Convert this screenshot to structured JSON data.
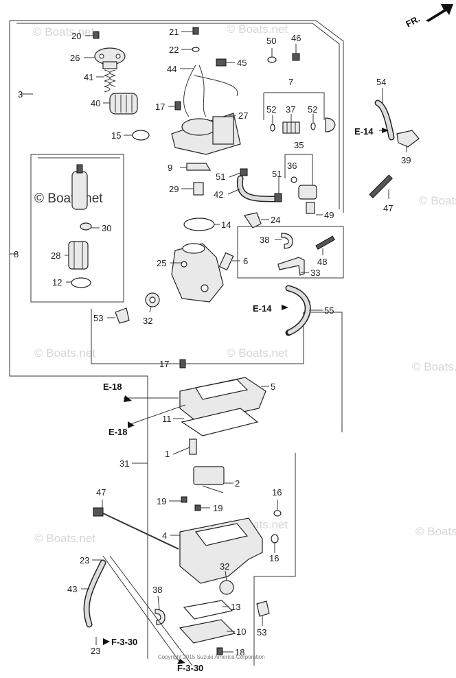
{
  "watermark": {
    "text": "© Boats.net",
    "prominent_text": "© Boats.net"
  },
  "direction_marker": {
    "label": "FR."
  },
  "copyright": "Copyright 2015 Suzuki America Corporation",
  "refs": {
    "e14_top": "E-14",
    "e14_mid": "E-14",
    "e18_a": "E-18",
    "e18_b": "E-18",
    "f330_a": "F-3-30",
    "f330_b": "F-3-30"
  },
  "callouts": {
    "c20": "20",
    "c26": "26",
    "c41": "41",
    "c40": "40",
    "c3": "3",
    "c15": "15",
    "c21": "21",
    "c22": "22",
    "c44": "44",
    "c45": "45",
    "c17a": "17",
    "c27": "27",
    "c50": "50",
    "c46": "46",
    "c7": "7",
    "c52a": "52",
    "c37": "37",
    "c52b": "52",
    "c54": "54",
    "c39": "39",
    "c35": "35",
    "c36": "36",
    "c51a": "51",
    "c51b": "51",
    "c9": "9",
    "c29": "29",
    "c42": "42",
    "c47a": "47",
    "c49": "49",
    "c24": "24",
    "c8": "8",
    "c30": "30",
    "c28": "28",
    "c12": "12",
    "c14": "14",
    "c38a": "38",
    "c48": "48",
    "c25": "25",
    "c6": "6",
    "c33": "33",
    "c53a": "53",
    "c32a": "32",
    "c55": "55",
    "c17b": "17",
    "c5": "5",
    "c11": "11",
    "c31": "31",
    "c1": "1",
    "c2": "2",
    "c19a": "19",
    "c19b": "19",
    "c16a": "16",
    "c16b": "16",
    "c47b": "47",
    "c4": "4",
    "c23a": "23",
    "c43": "43",
    "c32b": "32",
    "c38b": "38",
    "c13": "13",
    "c10": "10",
    "c23b": "23",
    "c53b": "53",
    "c18": "18"
  }
}
